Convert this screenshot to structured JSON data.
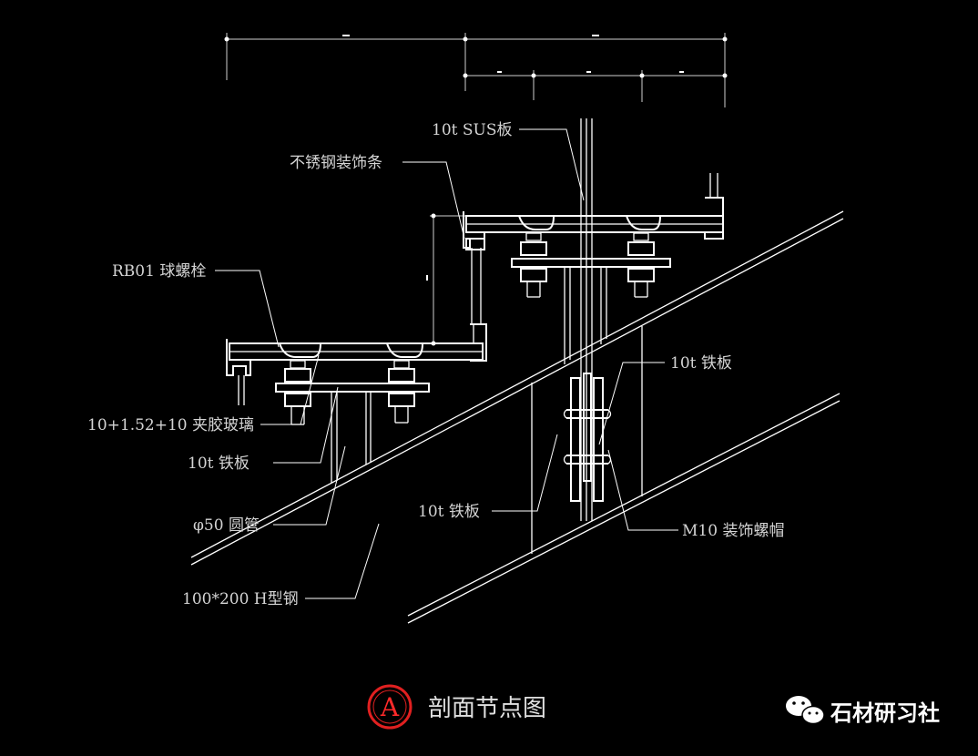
{
  "labels": {
    "sus_plate": "10t SUS板",
    "ss_trim": "不锈钢装饰条",
    "ball_bolt": "RB01 球螺栓",
    "laminated_glass": "10+1.52+10 夹胶玻璃",
    "iron_plate_left": "10t 铁板",
    "round_tube": "φ50 圆管",
    "h_beam": "100*200 H型钢",
    "iron_plate_mid": "10t 铁板",
    "iron_plate_right": "10t 铁板",
    "nut_cap": "M10 装饰螺帽"
  },
  "title": {
    "badge": "A",
    "text": "剖面节点图"
  },
  "brand": {
    "text": "石材研习社",
    "icon": "wechat-icon"
  },
  "colors": {
    "background": "#000000",
    "lines": "#ffffff",
    "badge_ring": "#e02020",
    "text": "#d4d4d4"
  }
}
